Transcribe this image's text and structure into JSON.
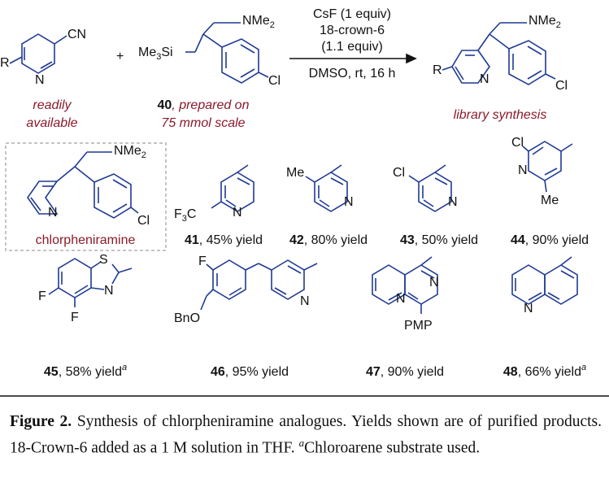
{
  "reaction": {
    "reagent1": "CsF (1 equiv)",
    "reagent2": "18-crown-6",
    "reagent3": "(1.1 equiv)",
    "conditions": "DMSO, rt, 16 h"
  },
  "labels": {
    "readily": "readily",
    "available": "available",
    "sm_num": "40",
    "sm_prep": ", prepared on",
    "sm_scale": "75 mmol scale",
    "library": "library synthesis",
    "chlorpheniramine": "chlorpheniramine"
  },
  "atoms": {
    "cn": "CN",
    "n": "N",
    "r": "R",
    "nme2": "NMe",
    "sub2": "2",
    "me3si": "Me",
    "sub3": "3",
    "si": "Si",
    "cl": "Cl",
    "f3c": "F",
    "c": "C",
    "me": "Me",
    "f": "F",
    "s": "S",
    "bno": "BnO",
    "pmp": "PMP",
    "plus": "+"
  },
  "products": [
    {
      "num": "41",
      "yield": ", 45% yield",
      "note": ""
    },
    {
      "num": "42",
      "yield": ", 80% yield",
      "note": ""
    },
    {
      "num": "43",
      "yield": ", 50% yield",
      "note": ""
    },
    {
      "num": "44",
      "yield": ", 90% yield",
      "note": ""
    },
    {
      "num": "45",
      "yield": ", 58% yield",
      "note": "a"
    },
    {
      "num": "46",
      "yield": ", 95% yield",
      "note": ""
    },
    {
      "num": "47",
      "yield": ", 90% yield",
      "note": ""
    },
    {
      "num": "48",
      "yield": ", 66% yield",
      "note": "a"
    }
  ],
  "caption": {
    "label": "Figure 2.",
    "text": " Synthesis of chlorpheniramine analogues. Yields shown are of purified products. 18-Crown-6 added as a 1 M solution in THF. ",
    "note_mark": "a",
    "note_text": "Chloroarene substrate used."
  },
  "colors": {
    "structure": "#1f3a93",
    "label_red": "#8b1a2b",
    "box": "#b0b0b0"
  }
}
